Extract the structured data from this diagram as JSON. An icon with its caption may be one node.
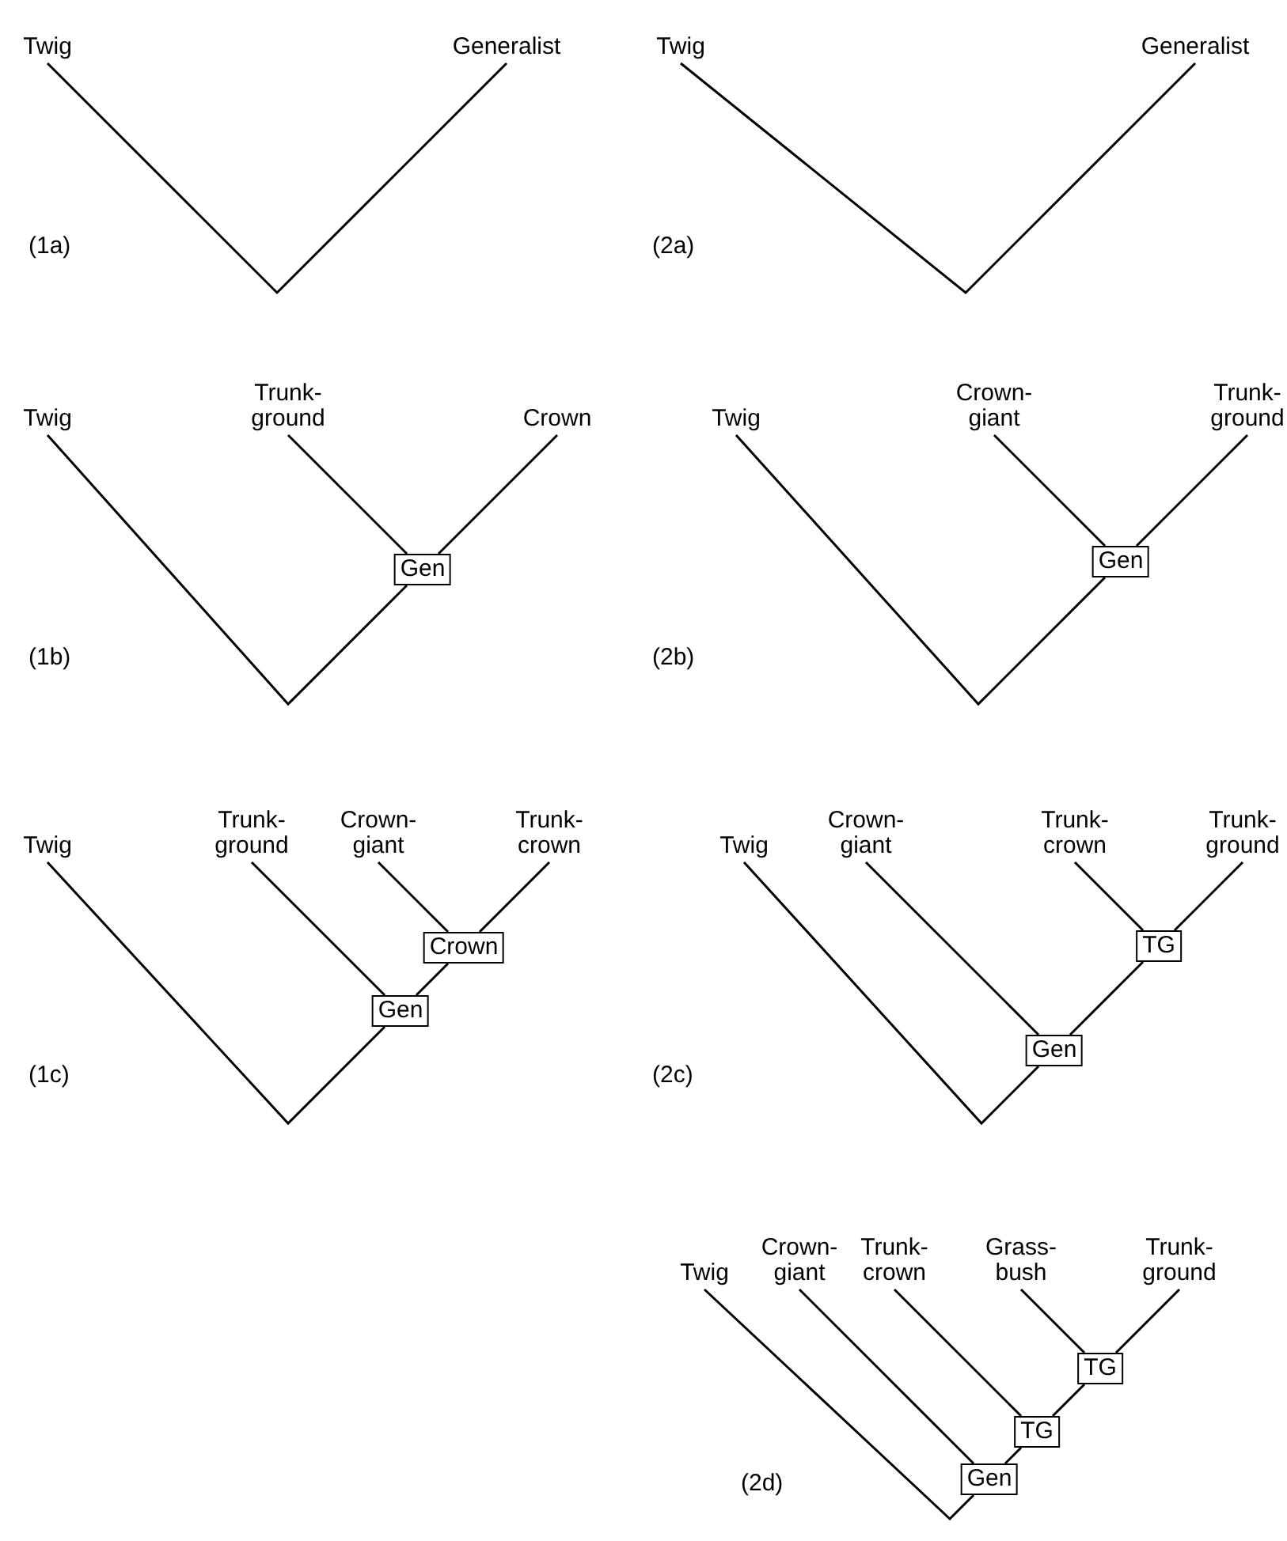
{
  "diagram": {
    "nodes": [
      {
        "text": [
          "Twig"
        ]
      },
      {
        "text": [
          "Generalist"
        ]
      },
      {
        "text": [
          "Twig"
        ]
      },
      {
        "text": [
          "Generalist"
        ]
      },
      {
        "text": [
          "Twig"
        ]
      },
      {
        "text": [
          "Trunk-ground"
        ]
      },
      {
        "text": [
          "Crown"
        ]
      },
      {
        "text": [
          "Gen"
        ]
      },
      {
        "text": [
          "Twig"
        ]
      },
      {
        "text": [
          "Crown-giant"
        ]
      },
      {
        "text": [
          "Trunk-ground"
        ]
      },
      {
        "text": [
          "Gen"
        ]
      },
      {
        "text": [
          "Twig"
        ]
      },
      {
        "text": [
          "Trunk-ground"
        ]
      },
      {
        "text": [
          "Crown-giant"
        ]
      },
      {
        "text": [
          "Trunk-crown"
        ]
      },
      {
        "text": [
          "Gen"
        ]
      },
      {
        "text": [
          "Crown"
        ]
      },
      {
        "text": [
          "Twig"
        ]
      },
      {
        "text": [
          "Crown-giant"
        ]
      },
      {
        "text": [
          "Trunk-crown"
        ]
      },
      {
        "text": [
          "Trunk-ground"
        ]
      },
      {
        "text": [
          "Gen"
        ]
      },
      {
        "text": [
          "TG"
        ]
      },
      {
        "text": [
          "Twig"
        ]
      },
      {
        "text": [
          "Crown-giant"
        ]
      },
      {
        "text": [
          "Trunk-crown"
        ]
      },
      {
        "text": [
          "Grass-bush"
        ]
      },
      {
        "text": [
          "Trunk-ground"
        ]
      },
      {
        "text": [
          "Gen"
        ]
      },
      {
        "text": [
          "TG"
        ]
      },
      {
        "text": [
          "TG"
        ]
      }
    ],
    "edges": [
      {
        "from": 0,
        "to": 1,
        "arrow": "none"
      },
      {
        "from": 2,
        "to": 3,
        "arrow": "none"
      },
      {
        "from": 4,
        "to": 7,
        "arrow": "none"
      },
      {
        "from": 5,
        "to": 7,
        "arrow": "none"
      },
      {
        "from": 6,
        "to": 7,
        "arrow": "none"
      },
      {
        "from": 8,
        "to": 11,
        "arrow": "none"
      },
      {
        "from": 9,
        "to": 11,
        "arrow": "none"
      },
      {
        "from": 10,
        "to": 11,
        "arrow": "none"
      },
      {
        "from": 12,
        "to": 16,
        "arrow": "none"
      },
      {
        "from": 13,
        "to": 16,
        "arrow": "none"
      },
      {
        "from": 17,
        "to": 16,
        "arrow": "none"
      },
      {
        "from": 14,
        "to": 17,
        "arrow": "none"
      },
      {
        "from": 15,
        "to": 17,
        "arrow": "none"
      },
      {
        "from": 18,
        "to": 22,
        "arrow": "none"
      },
      {
        "from": 19,
        "to": 22,
        "arrow": "none"
      },
      {
        "from": 23,
        "to": 22,
        "arrow": "none"
      },
      {
        "from": 20,
        "to": 23,
        "arrow": "none"
      },
      {
        "from": 21,
        "to": 23,
        "arrow": "none"
      },
      {
        "from": 24,
        "to": 29,
        "arrow": "none"
      },
      {
        "from": 25,
        "to": 29,
        "arrow": "none"
      },
      {
        "from": 30,
        "to": 29,
        "arrow": "none"
      },
      {
        "from": 26,
        "to": 30,
        "arrow": "none"
      },
      {
        "from": 31,
        "to": 30,
        "arrow": "none"
      },
      {
        "from": 27,
        "to": 31,
        "arrow": "none"
      },
      {
        "from": 28,
        "to": 31,
        "arrow": "none"
      }
    ],
    "labels": [
      "(1a)",
      "(2a)",
      "(1b)",
      "(2b)",
      "(1c)",
      "(2c)",
      "(2d)"
    ]
  }
}
